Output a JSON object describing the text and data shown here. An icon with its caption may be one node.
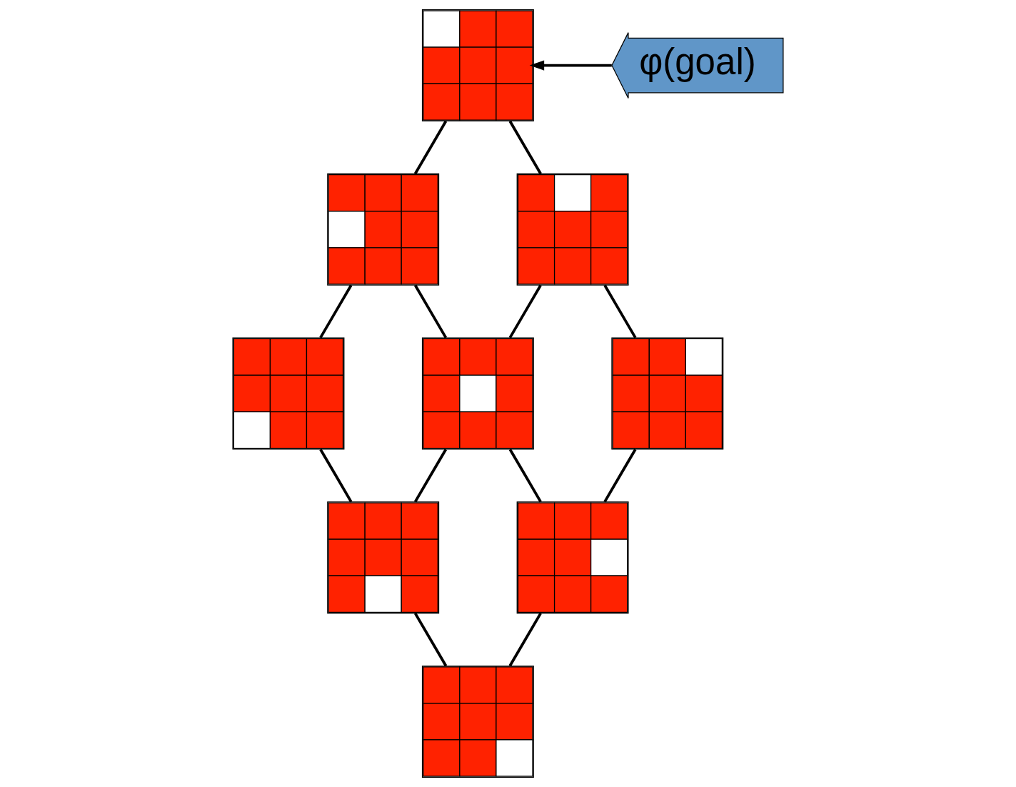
{
  "diagram": {
    "nodes": [
      {
        "text": [],
        "shape": "picture"
      },
      {
        "text": [
          "φ(goal)"
        ]
      },
      {
        "text": [],
        "shape": "picture"
      },
      {
        "text": [],
        "shape": "picture"
      },
      {
        "text": [],
        "shape": "picture"
      },
      {
        "text": [],
        "shape": "picture"
      },
      {
        "text": [],
        "shape": "picture"
      },
      {
        "text": [],
        "shape": "picture"
      },
      {
        "text": [],
        "shape": "picture"
      },
      {
        "text": [],
        "shape": "picture"
      }
    ],
    "edges": [
      {
        "from": 1,
        "to": 0,
        "arrow": "to"
      },
      {
        "from": 0,
        "to": 2,
        "arrow": "none"
      },
      {
        "from": 0,
        "to": 3,
        "arrow": "none"
      },
      {
        "from": 2,
        "to": 4,
        "arrow": "none"
      },
      {
        "from": 2,
        "to": 5,
        "arrow": "none"
      },
      {
        "from": 3,
        "to": 5,
        "arrow": "none"
      },
      {
        "from": 3,
        "to": 6,
        "arrow": "none"
      },
      {
        "from": 4,
        "to": 7,
        "arrow": "none"
      },
      {
        "from": 5,
        "to": 7,
        "arrow": "none"
      },
      {
        "from": 5,
        "to": 8,
        "arrow": "none"
      },
      {
        "from": 6,
        "to": 8,
        "arrow": "none"
      },
      {
        "from": 7,
        "to": 9,
        "arrow": "none"
      },
      {
        "from": 8,
        "to": 9,
        "arrow": "none"
      }
    ]
  }
}
